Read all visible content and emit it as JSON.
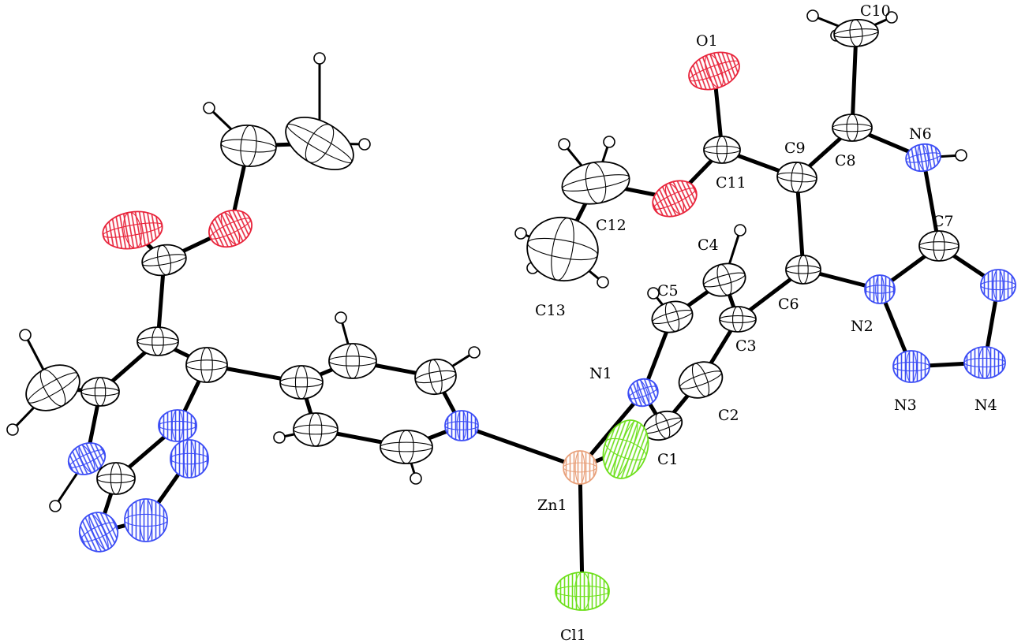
{
  "colors": {
    "carbon": "#ffffff",
    "nitrogen": "#3b4cf5",
    "oxygen": "#e8233a",
    "chlorine": "#6ee01c",
    "zinc": "#e8a07a",
    "bond": "#000000"
  },
  "labels": {
    "O1": "O1",
    "C10": "C10",
    "C8": "C8",
    "N6": "N6",
    "C9": "C9",
    "C11": "C11",
    "C12": "C12",
    "C7": "C7",
    "C4": "C4",
    "C6": "C6",
    "C5": "C5",
    "C13": "C13",
    "C3": "C3",
    "N2": "N2",
    "N1": "N1",
    "C2": "C2",
    "N3": "N3",
    "N4": "N4",
    "C1": "C1",
    "Zn1": "Zn1",
    "Cl1": "Cl1"
  }
}
